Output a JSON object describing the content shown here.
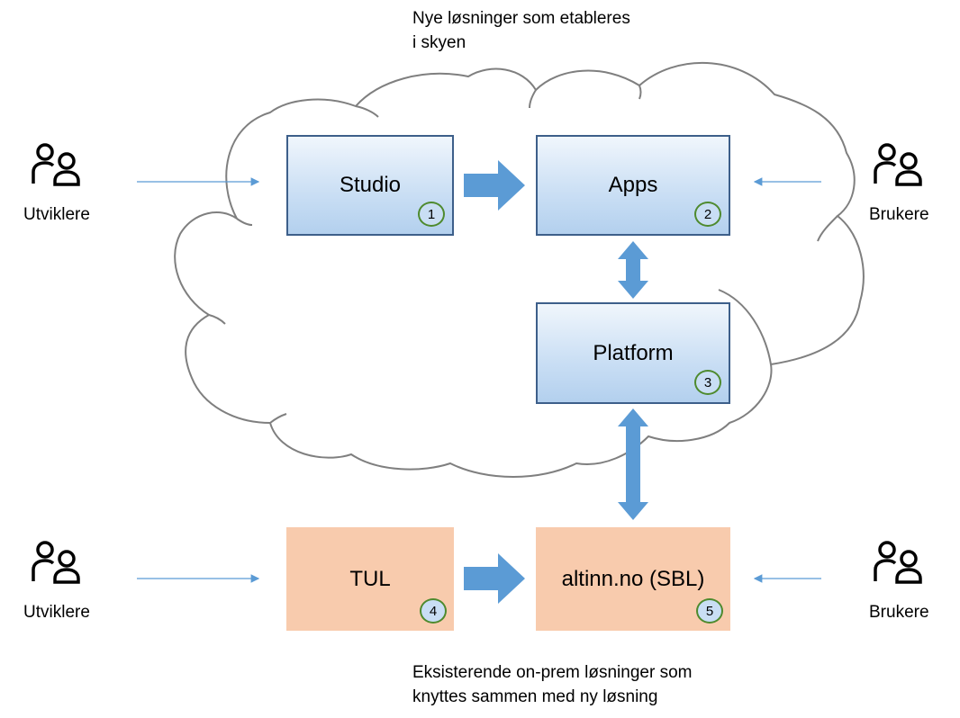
{
  "captions": {
    "cloud": [
      "Nye løsninger som etableres",
      "i skyen"
    ],
    "onprem": [
      "Eksisterende on-prem løsninger som",
      "knyttes sammen med ny løsning"
    ]
  },
  "boxes": {
    "studio": {
      "label": "Studio",
      "badge": "1"
    },
    "apps": {
      "label": "Apps",
      "badge": "2"
    },
    "platform": {
      "label": "Platform",
      "badge": "3"
    },
    "tul": {
      "label": "TUL",
      "badge": "4"
    },
    "sbl": {
      "label": "altinn.no (SBL)",
      "badge": "5"
    }
  },
  "actors": {
    "devs_top": "Utviklere",
    "users_top": "Brukere",
    "devs_bottom": "Utviklere",
    "users_bottom": "Brukere"
  },
  "icons": [
    "people-icon"
  ],
  "colors": {
    "cloud_outline": "#7f7f7f",
    "cloud_box_border": "#3d5f8a",
    "onprem_fill": "#f8cbad",
    "arrow": "#5b9bd5",
    "badge_border": "#4e8a2e"
  }
}
